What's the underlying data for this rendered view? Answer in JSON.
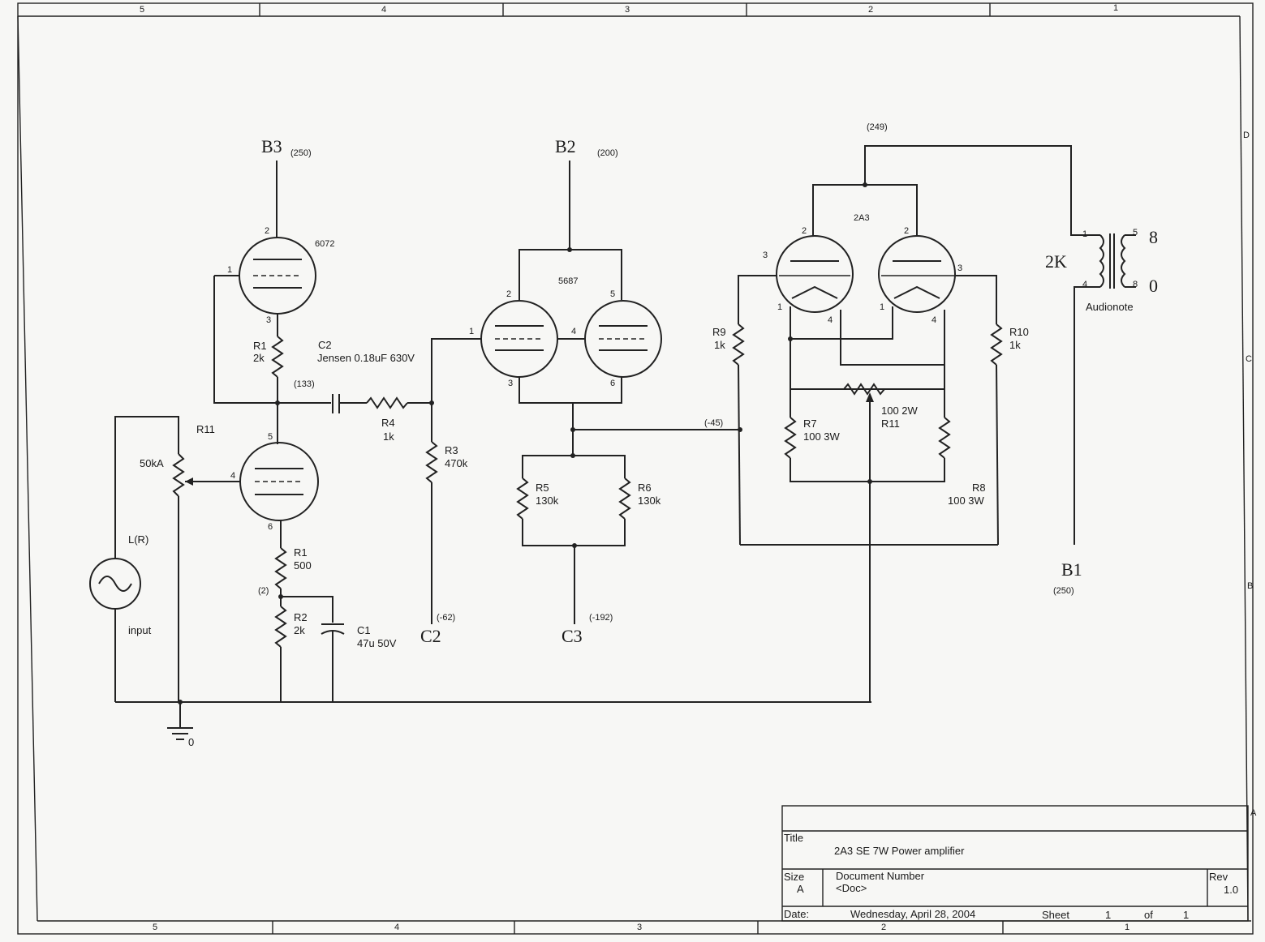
{
  "border": {
    "top_zones": [
      "5",
      "4",
      "3",
      "2",
      "1"
    ],
    "bottom_zones": [
      "5",
      "4",
      "3",
      "2",
      "1"
    ],
    "right_zones": [
      "D",
      "C",
      "B",
      "A"
    ]
  },
  "rails": {
    "b3": {
      "name": "B3",
      "voltage": "(250)"
    },
    "b2": {
      "name": "B2",
      "voltage": "(200)"
    },
    "b1": {
      "name": "B1",
      "voltage": "(250)"
    },
    "c2": {
      "name": "C2",
      "voltage": "(-62)"
    },
    "c3": {
      "name": "C3",
      "voltage": "(-192)"
    },
    "top_node": "(249)",
    "grid_node": "(-45)",
    "plate_node": "(133)",
    "cathode_node": "(2)"
  },
  "tubes": {
    "v1": {
      "type": "6072",
      "pins": [
        "1",
        "2",
        "3"
      ]
    },
    "v2": {
      "pins": [
        "4",
        "5",
        "6"
      ]
    },
    "v3": {
      "type": "5687",
      "pins": [
        "1",
        "2",
        "3",
        "4",
        "5",
        "6"
      ]
    },
    "v4": {
      "type": "2A3",
      "pins": [
        "1",
        "2",
        "3",
        "4",
        "1",
        "2",
        "3",
        "4"
      ]
    }
  },
  "components": {
    "r1_top": {
      "ref": "R1",
      "value": "2k"
    },
    "c2": {
      "ref": "C2",
      "value": "Jensen 0.18uF 630V"
    },
    "r4": {
      "ref": "R4",
      "value": "1k"
    },
    "r3": {
      "ref": "R3",
      "value": "470k"
    },
    "r11_pot": {
      "ref": "R11",
      "value": "50kA"
    },
    "r1_bottom": {
      "ref": "R1",
      "value": "500"
    },
    "r2": {
      "ref": "R2",
      "value": "2k"
    },
    "c1": {
      "ref": "C1",
      "value": "47u 50V"
    },
    "source": {
      "ref": "L(R)",
      "value": "input"
    },
    "ground": "0",
    "r5": {
      "ref": "R5",
      "value": "130k"
    },
    "r6": {
      "ref": "R6",
      "value": "130k"
    },
    "r9": {
      "ref": "R9",
      "value": "1k"
    },
    "r10": {
      "ref": "R10",
      "value": "1k"
    },
    "r7": {
      "ref": "R7",
      "value": "100 3W"
    },
    "r11_bal": {
      "ref": "R11",
      "value": "100 2W"
    },
    "r8": {
      "ref": "R8",
      "value": "100 3W"
    },
    "transformer": {
      "primary": "2K",
      "brand": "Audionote",
      "tap_8": "8",
      "tap_0": "0",
      "pins": [
        "1",
        "4",
        "5",
        "8"
      ]
    }
  },
  "title_block": {
    "title_label": "Title",
    "title": "2A3 SE 7W Power amplifier",
    "size_label": "Size",
    "size": "A",
    "docnum_label": "Document Number",
    "docnum": "<Doc>",
    "rev_label": "Rev",
    "rev": "1.0",
    "date_label": "Date:",
    "date": "Wednesday, April 28, 2004",
    "sheet_label": "Sheet",
    "sheet": "1",
    "of_label": "of",
    "of": "1"
  }
}
